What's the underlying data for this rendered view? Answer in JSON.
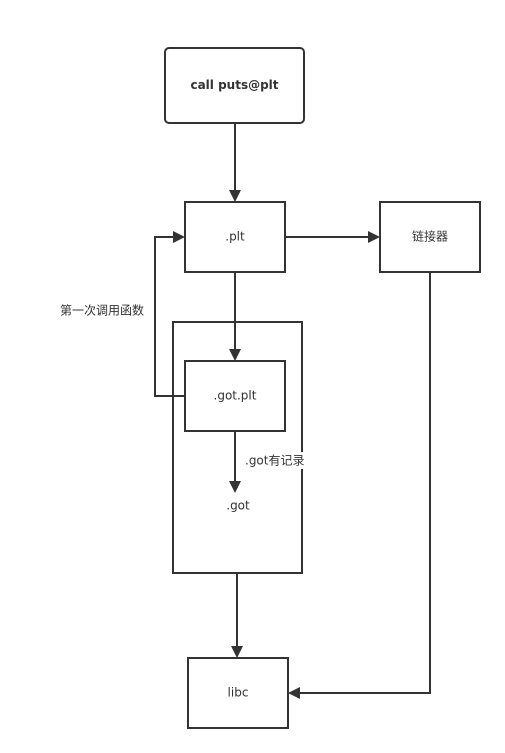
{
  "nodes": {
    "call_puts": "call puts@plt",
    "plt": ".plt",
    "linker": "链接器",
    "got_plt": ".got.plt",
    "got": ".got",
    "libc": "libc"
  },
  "edge_labels": {
    "first_call": "第一次调用函数",
    "got_recorded": ".got有记录"
  },
  "colors": {
    "stroke": "#333333",
    "background": "#ffffff"
  }
}
